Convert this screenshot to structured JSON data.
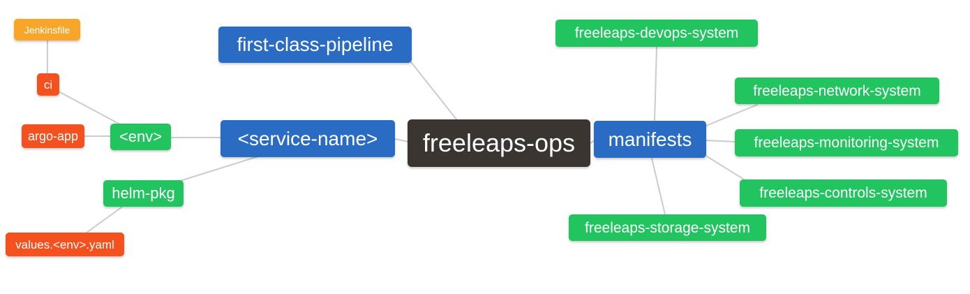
{
  "diagram": {
    "type": "mindmap",
    "root_label": "freeleaps-ops",
    "palette": {
      "root_bg": "#3a3530",
      "branch_blue_bg": "#2a6bc4",
      "leaf_green_bg": "#21c45e",
      "leaf_red_bg": "#f4511e",
      "leaf_amber_bg": "#f8a62a",
      "edge_line": "#cccccc",
      "node_text": "#ffffff",
      "canvas_bg": "#ffffff"
    },
    "nodes": [
      {
        "id": "jenkinsfile",
        "label": "Jenkinsfile",
        "color": "#f8a62a"
      },
      {
        "id": "ci",
        "label": "ci",
        "color": "#f4511e"
      },
      {
        "id": "argo-app",
        "label": "argo-app",
        "color": "#f4511e"
      },
      {
        "id": "env",
        "label": "<env>",
        "color": "#21c45e"
      },
      {
        "id": "helm-pkg",
        "label": "helm-pkg",
        "color": "#21c45e"
      },
      {
        "id": "values-env-yaml",
        "label": "values.<env>.yaml",
        "color": "#f4511e"
      },
      {
        "id": "first-class-pipeline",
        "label": "first-class-pipeline",
        "color": "#2a6bc4"
      },
      {
        "id": "service-name",
        "label": "<service-name>",
        "color": "#2a6bc4"
      },
      {
        "id": "freeleaps-ops",
        "label": "freeleaps-ops",
        "color": "#3a3530"
      },
      {
        "id": "manifests",
        "label": "manifests",
        "color": "#2a6bc4"
      },
      {
        "id": "freeleaps-devops-system",
        "label": "freeleaps-devops-system",
        "color": "#21c45e"
      },
      {
        "id": "freeleaps-network-system",
        "label": "freeleaps-network-system",
        "color": "#21c45e"
      },
      {
        "id": "freeleaps-monitoring-system",
        "label": "freeleaps-monitoring-system",
        "color": "#21c45e"
      },
      {
        "id": "freeleaps-controls-system",
        "label": "freeleaps-controls-system",
        "color": "#21c45e"
      },
      {
        "id": "freeleaps-storage-system",
        "label": "freeleaps-storage-system",
        "color": "#21c45e"
      }
    ],
    "edges": [
      [
        "jenkinsfile",
        "ci"
      ],
      [
        "ci",
        "env"
      ],
      [
        "argo-app",
        "env"
      ],
      [
        "env",
        "service-name"
      ],
      [
        "helm-pkg",
        "service-name"
      ],
      [
        "values-env-yaml",
        "helm-pkg"
      ],
      [
        "first-class-pipeline",
        "freeleaps-ops"
      ],
      [
        "service-name",
        "freeleaps-ops"
      ],
      [
        "freeleaps-ops",
        "manifests"
      ],
      [
        "manifests",
        "freeleaps-devops-system"
      ],
      [
        "manifests",
        "freeleaps-network-system"
      ],
      [
        "manifests",
        "freeleaps-monitoring-system"
      ],
      [
        "manifests",
        "freeleaps-controls-system"
      ],
      [
        "manifests",
        "freeleaps-storage-system"
      ]
    ]
  }
}
